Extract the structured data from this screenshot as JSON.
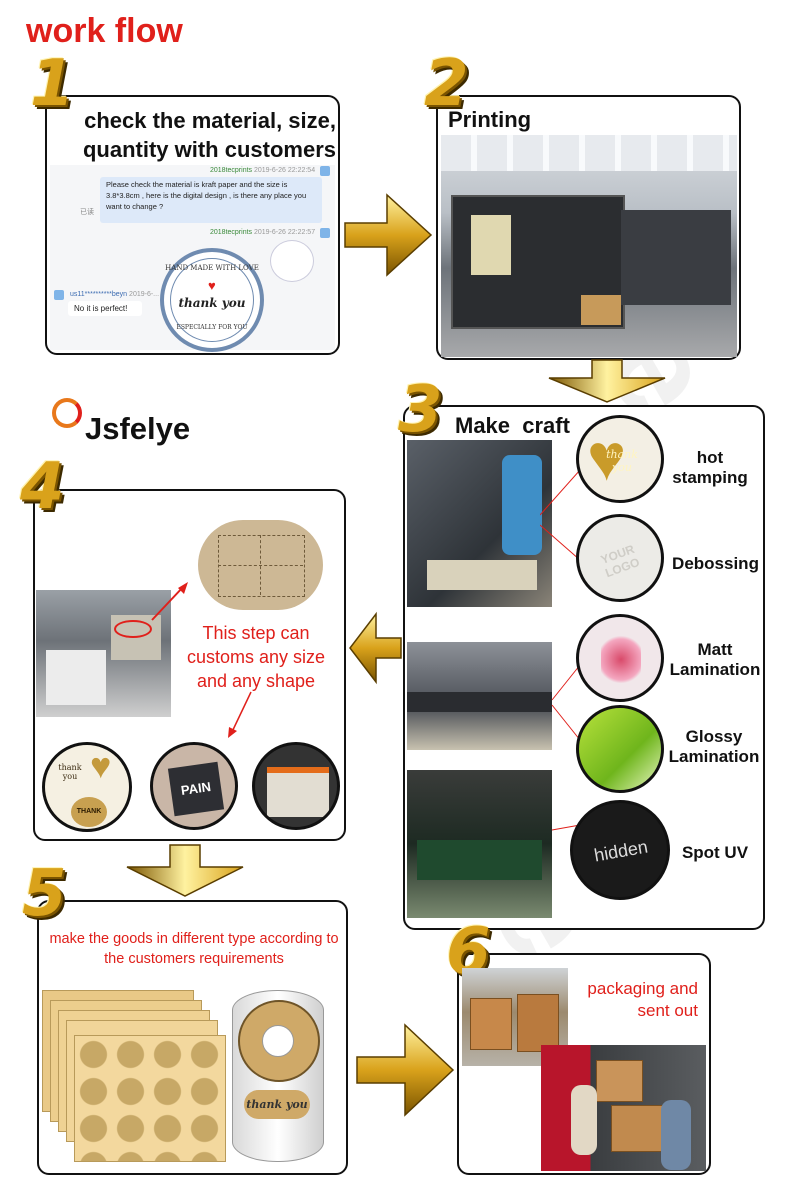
{
  "page_title": "work flow",
  "brand": {
    "name": "Jsfelye"
  },
  "steps": {
    "s1": {
      "number": "1",
      "title": "check the material,  size, quantity with customers",
      "chat": {
        "sender1": "2018tecprints",
        "time1": "2019-6-26 22:22:54",
        "msg1": "Please check the material is kraft paper and the size is 3.8*3.8cm , here is the digital design , is there any place you want to change ?",
        "sender2": "2018tecprints",
        "time2": "2019-6-26 22:22:57",
        "sender3": "us11**********beyn",
        "time3": "2019-6-...",
        "msg3": "No it is perfect!",
        "read1": "已读"
      },
      "sticker": {
        "top": "HAND MADE WITH LOVE",
        "middle": "thank you",
        "bottom": "ESPECIALLY FOR YOU"
      }
    },
    "s2": {
      "number": "2",
      "title": "Printing"
    },
    "s3": {
      "number": "3",
      "title": "Make  craft",
      "crafts": [
        "hot stamping",
        "Debossing",
        "Matt Lamination",
        "Glossy Lamination",
        "Spot UV"
      ],
      "sample_texts": {
        "thank": "thank you",
        "logo": "YOUR LOGO",
        "hidden": "hidden"
      }
    },
    "s4": {
      "number": "4",
      "note": "This step can customs any size and any shape",
      "samples": {
        "thank": "thank you",
        "thank2": "THANK YOU",
        "pain": "PAIN"
      }
    },
    "s5": {
      "number": "5",
      "note": "make the goods in different type according to the customers requirements",
      "roll_text": "thank you"
    },
    "s6": {
      "number": "6",
      "note": "packaging and sent out"
    }
  },
  "colors": {
    "accent_red": "#e0201b",
    "gold": "#d9a21b",
    "border": "#111111"
  }
}
